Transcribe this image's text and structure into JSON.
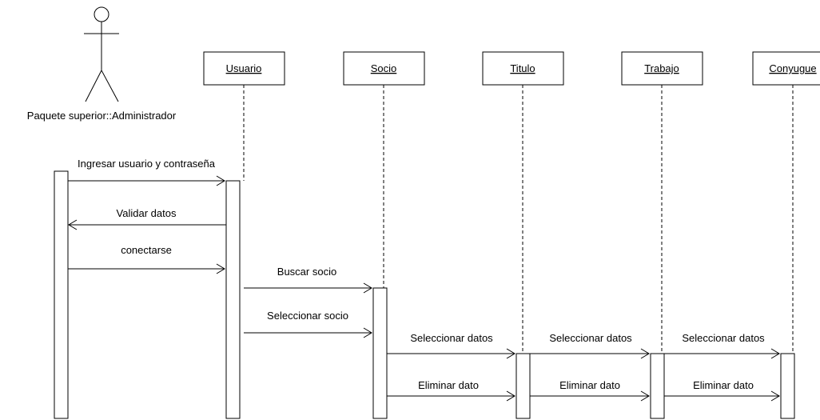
{
  "actor": {
    "label": "Paquete superior::Administrador"
  },
  "objects": [
    {
      "id": "usuario",
      "label": "Usuario"
    },
    {
      "id": "socio",
      "label": "Socio"
    },
    {
      "id": "titulo",
      "label": "Titulo"
    },
    {
      "id": "trabajo",
      "label": "Trabajo"
    },
    {
      "id": "conyugue",
      "label": "Conyugue"
    }
  ],
  "messages": [
    {
      "label": "Ingresar usuario y contraseña",
      "from": "actor",
      "to": "usuario"
    },
    {
      "label": "Validar datos",
      "from": "usuario",
      "to": "actor"
    },
    {
      "label": "conectarse",
      "from": "actor",
      "to": "usuario"
    },
    {
      "label": "Buscar socio",
      "from": "usuario",
      "to": "socio"
    },
    {
      "label": "Seleccionar socio",
      "from": "usuario",
      "to": "socio"
    },
    {
      "label": "Seleccionar datos",
      "from": "socio",
      "to": "titulo"
    },
    {
      "label": "Seleccionar datos",
      "from": "titulo",
      "to": "trabajo"
    },
    {
      "label": "Seleccionar datos",
      "from": "trabajo",
      "to": "conyugue"
    },
    {
      "label": "Eliminar dato",
      "from": "socio",
      "to": "titulo"
    },
    {
      "label": "Eliminar dato",
      "from": "titulo",
      "to": "trabajo"
    },
    {
      "label": "Eliminar dato",
      "from": "trabajo",
      "to": "conyugue"
    }
  ]
}
